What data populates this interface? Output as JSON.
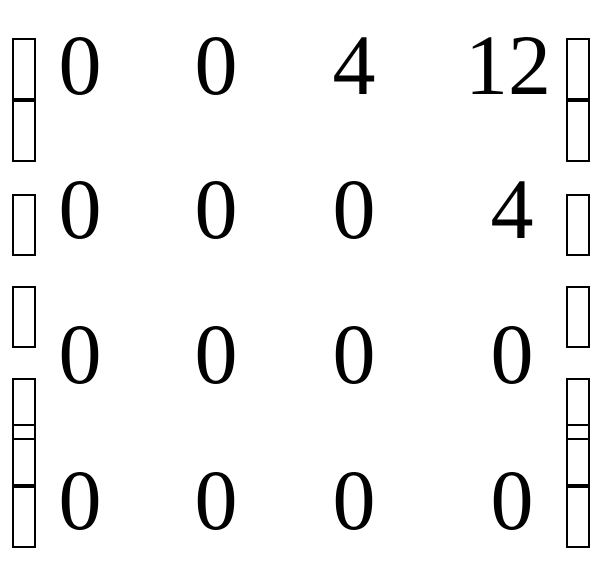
{
  "matrix": {
    "rows": [
      [
        "0",
        "0",
        "4",
        "12"
      ],
      [
        "0",
        "0",
        "0",
        "4"
      ],
      [
        "0",
        "0",
        "0",
        "0"
      ],
      [
        "0",
        "0",
        "0",
        "0"
      ]
    ]
  }
}
